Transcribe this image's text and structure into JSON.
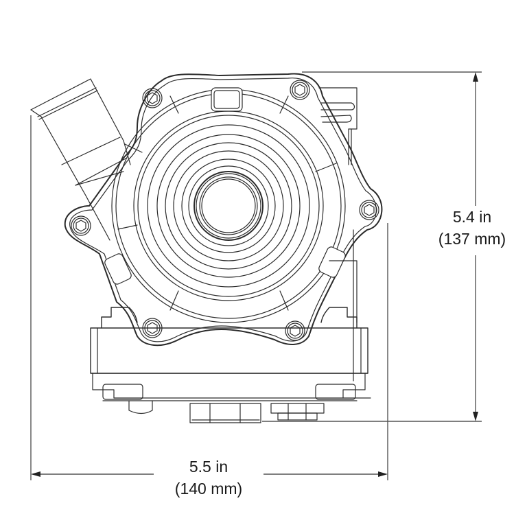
{
  "figure": {
    "subject": "pump housing front view technical line drawing",
    "line_color": "#2b2b2b",
    "dimension_line_color": "#555555",
    "background": "#ffffff"
  },
  "dimensions": {
    "height": {
      "imperial": "5.4 in",
      "metric": "(137 mm)"
    },
    "width": {
      "imperial": "5.5 in",
      "metric": "(140 mm)"
    }
  },
  "icons": {
    "bolt_heads": [
      "hex-socket-bolt",
      "hex-socket-bolt",
      "hex-socket-bolt",
      "hex-socket-bolt",
      "hex-socket-bolt",
      "hex-socket-bolt"
    ],
    "arrowheads": [
      "arrow-up",
      "arrow-down",
      "arrow-left",
      "arrow-right"
    ]
  }
}
